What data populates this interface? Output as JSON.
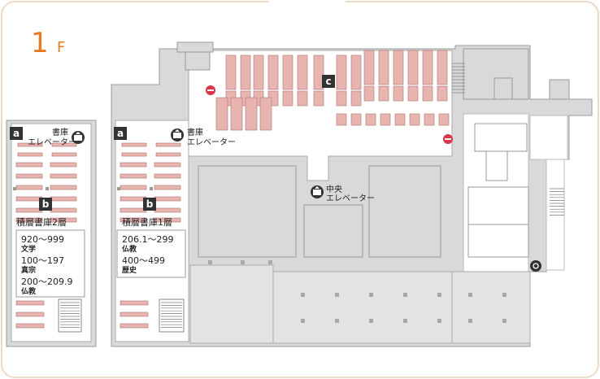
{
  "floor": {
    "number": "1",
    "unit": "F"
  },
  "colors": {
    "accent": "#e8791f",
    "wall": "#d9d9d9",
    "wall_dark": "#9a9a9a",
    "floor_light": "#ffffff",
    "shelf": "#e8b4b0",
    "shelf_stroke": "#b07070",
    "marker": "#333333",
    "no_entry": "#d8384a"
  },
  "markers": {
    "a": "a",
    "b": "b",
    "c": "c"
  },
  "labels": {
    "book_elevator_line1": "書庫",
    "book_elevator_line2": "エレベーター",
    "central_elevator_line1": "中央",
    "central_elevator_line2": "エレベーター",
    "stack2_title": "積層書庫2層",
    "stack1_title": "積層書庫1層"
  },
  "stack2_ranges": [
    {
      "range": "920～999",
      "subject": "文学"
    },
    {
      "range": "100～197",
      "subject": "真宗"
    },
    {
      "range": "200～209.9",
      "subject": "仏教"
    }
  ],
  "stack1_ranges": [
    {
      "range": "206.1～299",
      "subject": "仏教"
    },
    {
      "range": "400～499",
      "subject": "歴史"
    }
  ],
  "icons": [
    "elevator-icon",
    "no-entry-icon",
    "accessible-toilet-icon"
  ]
}
